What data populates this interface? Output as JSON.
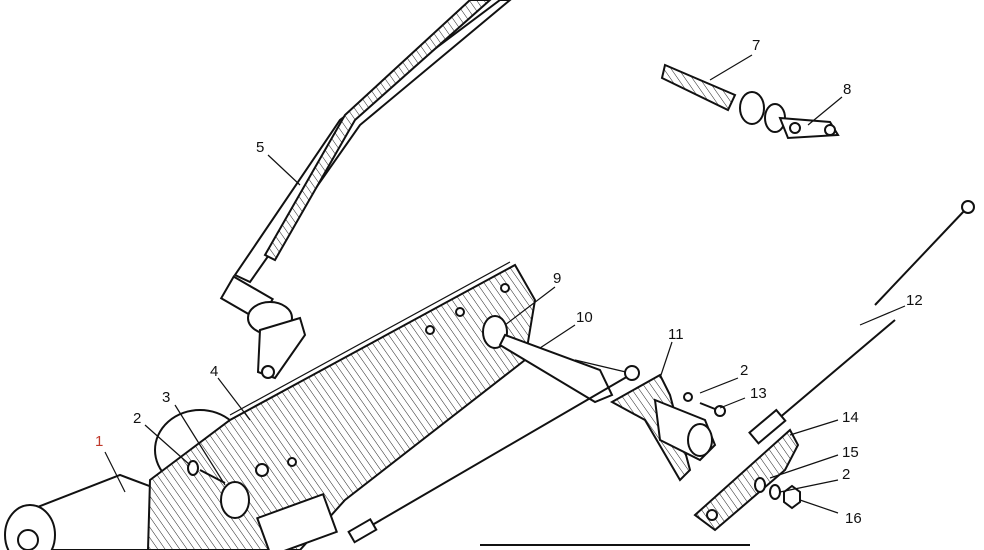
{
  "diagram": {
    "callouts": [
      {
        "id": "c1",
        "text": "1",
        "color": "#c0392b"
      },
      {
        "id": "c2a",
        "text": "2"
      },
      {
        "id": "c3",
        "text": "3"
      },
      {
        "id": "c4",
        "text": "4"
      },
      {
        "id": "c5",
        "text": "5"
      },
      {
        "id": "c7",
        "text": "7"
      },
      {
        "id": "c8",
        "text": "8"
      },
      {
        "id": "c9",
        "text": "9"
      },
      {
        "id": "c10",
        "text": "10"
      },
      {
        "id": "c11",
        "text": "11"
      },
      {
        "id": "c2b",
        "text": "2"
      },
      {
        "id": "c13",
        "text": "13"
      },
      {
        "id": "c12",
        "text": "12"
      },
      {
        "id": "c14",
        "text": "14"
      },
      {
        "id": "c15",
        "text": "15"
      },
      {
        "id": "c2c",
        "text": "2"
      },
      {
        "id": "c16",
        "text": "16"
      }
    ]
  }
}
